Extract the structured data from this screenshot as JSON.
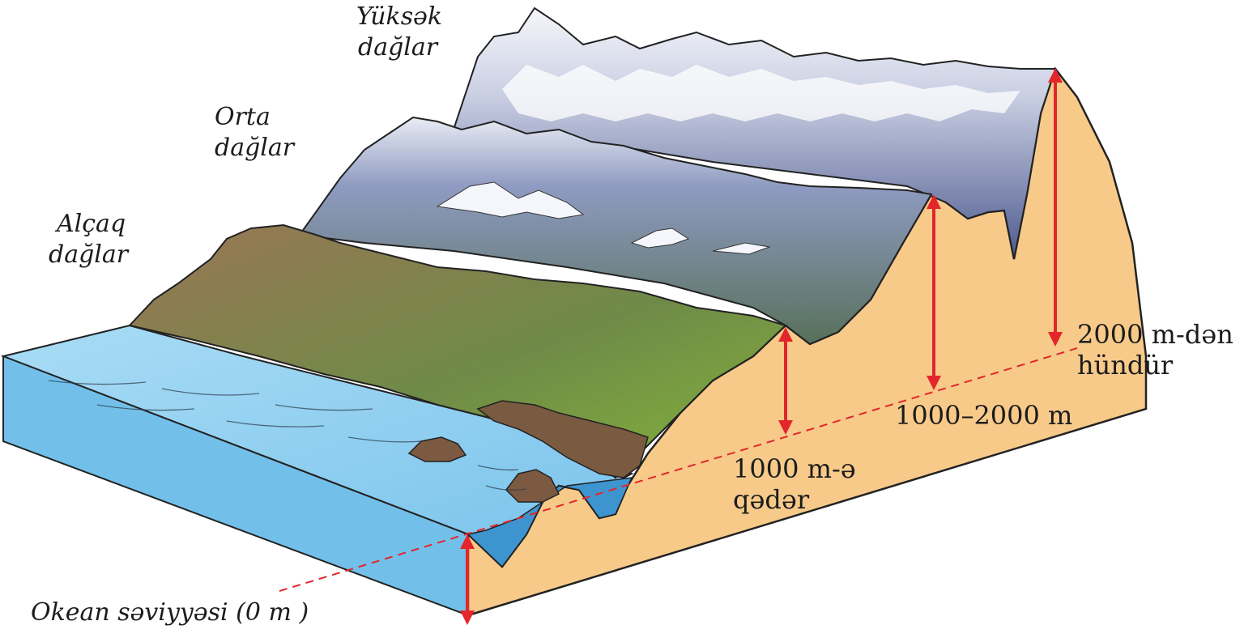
{
  "labels": {
    "high_mountains": {
      "line1": "Yüksək",
      "line2": "dağlar"
    },
    "middle_mountains": {
      "line1": "Orta",
      "line2": "dağlar"
    },
    "low_mountains": {
      "line1": "Alçaq",
      "line2": "dağlar"
    },
    "ocean_level": "Okean səviyyəsi (0 m )",
    "height_up_to_1000": {
      "line1": "1000 m-ə",
      "line2": "qədər"
    },
    "height_1000_2000": "1000–2000 m",
    "height_above_2000": {
      "line1": "2000 m-dən",
      "line2": "hündür"
    }
  },
  "colors": {
    "sea_top": "#8fd0f2",
    "sea_side": "#6cbde8",
    "deep_water": "#3e94cf",
    "cross_section": "#f7ca8a",
    "low_mountain": "#8a6a4c",
    "green_slope": "#6f9a3c",
    "middle_mountain": "#6d7fa8",
    "high_mountain": "#5c6796",
    "snow": "#f4f6fb",
    "arrow_red": "#e3262b",
    "text": "#1c1c1c"
  }
}
